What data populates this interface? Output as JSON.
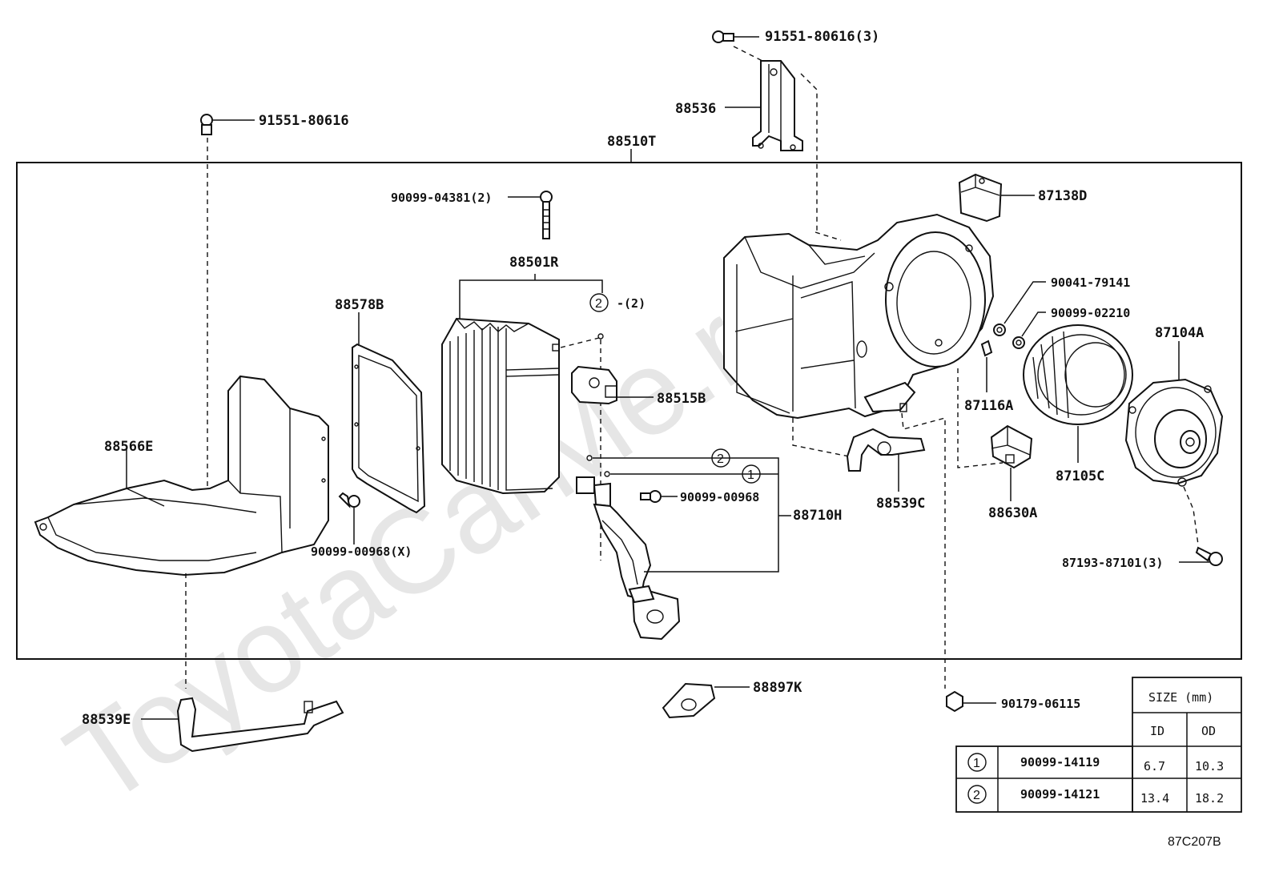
{
  "watermark": "ToyotaCarMe.ru",
  "assembly": "88510T",
  "diagram_code": "87C207B",
  "labels": {
    "p91551_80616_3": "91551-80616(3)",
    "p91551_80616": "91551-80616",
    "p88536": "88536",
    "p87138D": "87138D",
    "p90099_04381_2": "90099-04381(2)",
    "p88501R": "88501R",
    "p2_2": "-(2)",
    "p88578B": "88578B",
    "p88515B": "88515B",
    "p90041_79141": "90041-79141",
    "p90099_02210": "90099-02210",
    "p87104A": "87104A",
    "p87116A": "87116A",
    "p88566E": "88566E",
    "p90099_00968": "90099-00968",
    "p88710H": "88710H",
    "p88539C": "88539C",
    "p88630A": "88630A",
    "p87105C": "87105C",
    "p90099_00968X": "90099-00968(X)",
    "p87193_87101_3": "87193-87101(3)",
    "p88897K": "88897K",
    "p88539E": "88539E",
    "p90179_06115": "90179-06115"
  },
  "markers": {
    "one": "1",
    "two": "2"
  },
  "size_table": {
    "header": "SIZE (mm)",
    "col_id": "ID",
    "col_od": "OD",
    "rows": [
      {
        "mark": "1",
        "part": "90099-14119",
        "id": "6.7",
        "od": "10.3"
      },
      {
        "mark": "2",
        "part": "90099-14121",
        "id": "13.4",
        "od": "18.2"
      }
    ]
  }
}
